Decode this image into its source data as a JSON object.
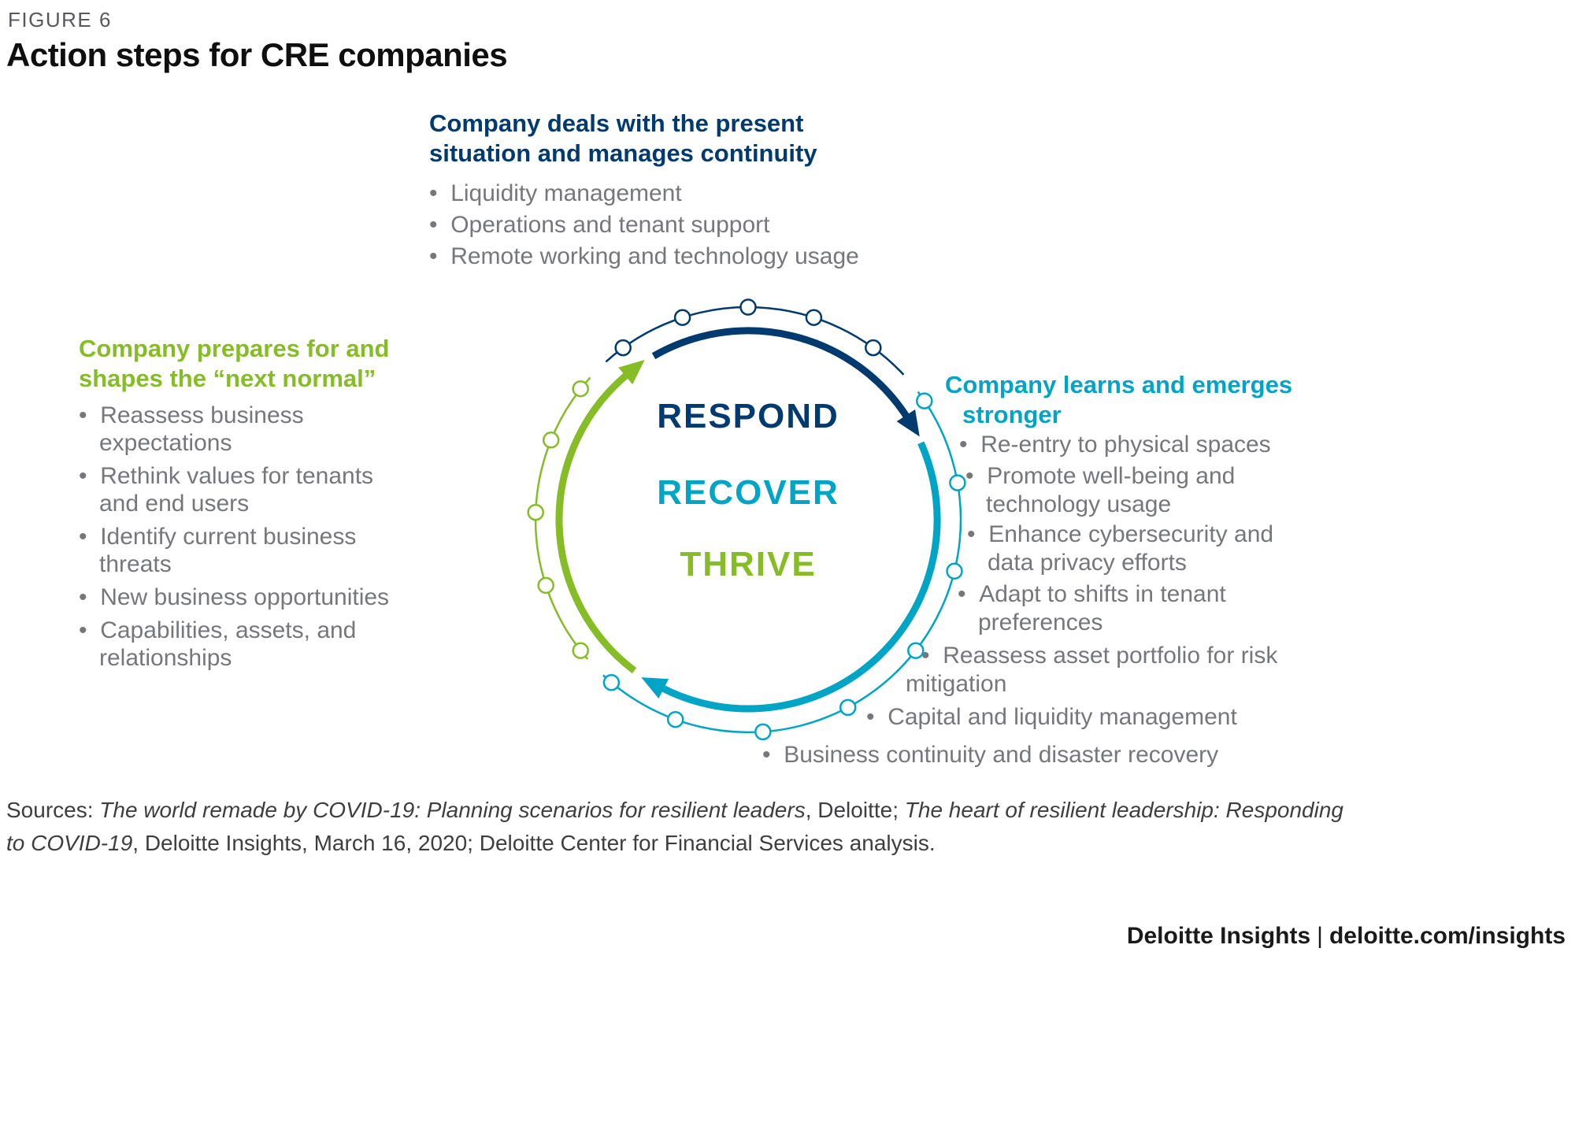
{
  "figure": {
    "label": "FIGURE 6",
    "title": "Action steps for CRE companies"
  },
  "top_block": {
    "heading_lines": [
      "Company deals with the present",
      "situation and manages continuity"
    ],
    "bullets": [
      "Liquidity management",
      "Operations and tenant support",
      "Remote working and technology usage"
    ]
  },
  "left_block": {
    "heading_lines": [
      "Company prepares for and",
      "shapes the “next normal”"
    ],
    "bullets": [
      "Reassess business expectations",
      "Rethink values for tenants and end users",
      "Identify current business threats",
      "New business opportunities",
      "Capabilities, assets, and relationships"
    ]
  },
  "right_block": {
    "heading_lines": [
      "Company learns and emerges",
      "stronger"
    ],
    "bullets": [
      "Re-entry to physical spaces",
      "Promote well-being and technology usage",
      "Enhance cybersecurity and data privacy efforts",
      "Adapt to shifts in tenant preferences",
      "Reassess asset portfolio for risk mitigation",
      "Capital and liquidity management",
      "Business continuity and disaster recovery"
    ]
  },
  "cycle": {
    "stages": [
      "RESPOND",
      "RECOVER",
      "THRIVE"
    ]
  },
  "sources": {
    "segments": [
      {
        "text": "Sources: "
      },
      {
        "text": "The world remade by COVID-19: Planning scenarios for resilient leaders"
      },
      {
        "text": ", Deloitte; "
      },
      {
        "text": "The heart of resilient leadership: Responding to COVID-19"
      },
      {
        "text": ", Deloitte Insights, March 16, 2020; Deloitte Center for Financial Services analysis."
      }
    ]
  },
  "footer": {
    "brand": "Deloitte Insights",
    "separator": "|",
    "url": "deloitte.com/insights"
  },
  "colors": {
    "navy": "#003A6F",
    "teal": "#00A5C6",
    "green": "#86BC25",
    "body_gray": "#76777A"
  }
}
